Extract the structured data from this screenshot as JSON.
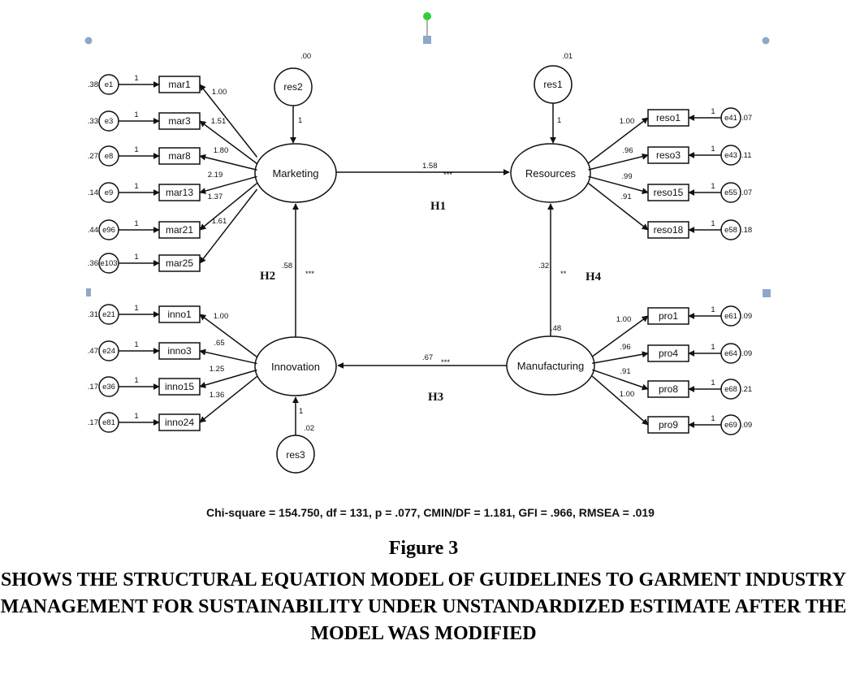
{
  "latent": {
    "marketing": "Marketing",
    "resources": "Resources",
    "innovation": "Innovation",
    "manufacturing": "Manufacturing"
  },
  "residuals": {
    "res2": "res2",
    "res1": "res1",
    "res3": "res3",
    "res2_var": ".00",
    "res1_var": ".01",
    "res3_var": ".02",
    "one": "1"
  },
  "marketing_items": [
    {
      "box": "mar1",
      "err": "e1",
      "var": ".38",
      "load": "1.00"
    },
    {
      "box": "mar3",
      "err": "e3",
      "var": ".33",
      "load": "1.51"
    },
    {
      "box": "mar8",
      "err": "e8",
      "var": ".27",
      "load": "1.80"
    },
    {
      "box": "mar13",
      "err": "e9",
      "var": ".14",
      "load": "2.19"
    },
    {
      "box": "mar21",
      "err": "e96",
      "var": ".44",
      "load": "1.37"
    },
    {
      "box": "mar25",
      "err": "e103",
      "var": ".36",
      "load": "1.61"
    }
  ],
  "innovation_items": [
    {
      "box": "inno1",
      "err": "e21",
      "var": ".31",
      "load": "1.00"
    },
    {
      "box": "inno3",
      "err": "e24",
      "var": ".47",
      "load": ".65"
    },
    {
      "box": "inno15",
      "err": "e36",
      "var": ".17",
      "load": "1.25"
    },
    {
      "box": "inno24",
      "err": "e81",
      "var": ".17",
      "load": "1.36"
    }
  ],
  "resources_items": [
    {
      "box": "reso1",
      "err": "e41",
      "var": ".07",
      "load": "1.00"
    },
    {
      "box": "reso3",
      "err": "e43",
      "var": ".11",
      "load": ".96"
    },
    {
      "box": "reso15",
      "err": "e55",
      "var": ".07",
      "load": ".99"
    },
    {
      "box": "reso18",
      "err": "e58",
      "var": ".18",
      "load": ".91"
    }
  ],
  "manufacturing_items": [
    {
      "box": "pro1",
      "err": "e61",
      "var": ".09",
      "load": "1.00"
    },
    {
      "box": "pro4",
      "err": "e64",
      "var": ".09",
      "load": ".96"
    },
    {
      "box": "pro8",
      "err": "e68",
      "var": ".21",
      "load": ".91"
    },
    {
      "box": "pro9",
      "err": "e69",
      "var": ".09",
      "load": "1.00"
    }
  ],
  "paths": {
    "h1": {
      "label": "H1",
      "coef": "1.58",
      "sig": "***"
    },
    "h2": {
      "label": "H2",
      "coef": ".58",
      "sig": "***"
    },
    "h3": {
      "label": "H3",
      "coef": ".67",
      "sig": "***"
    },
    "h4": {
      "label": "H4",
      "coef": ".32",
      "sig": "**"
    },
    "manufacturing_var": ".48"
  },
  "fit": "Chi-square = 154.750, df = 131, p = .077, CMIN/DF = 1.181, GFI = .966, RMSEA = .019",
  "figure": {
    "label": "Figure 3",
    "caption": "SHOWS THE STRUCTURAL EQUATION MODEL OF GUIDELINES TO GARMENT INDUSTRY MANAGEMENT FOR SUSTAINABILITY UNDER UNSTANDARDIZED ESTIMATE AFTER THE MODEL WAS MODIFIED"
  },
  "colors": {
    "handle_blue": "#8fa8c8",
    "handle_green": "#2fcf3a",
    "line": "#111111"
  }
}
